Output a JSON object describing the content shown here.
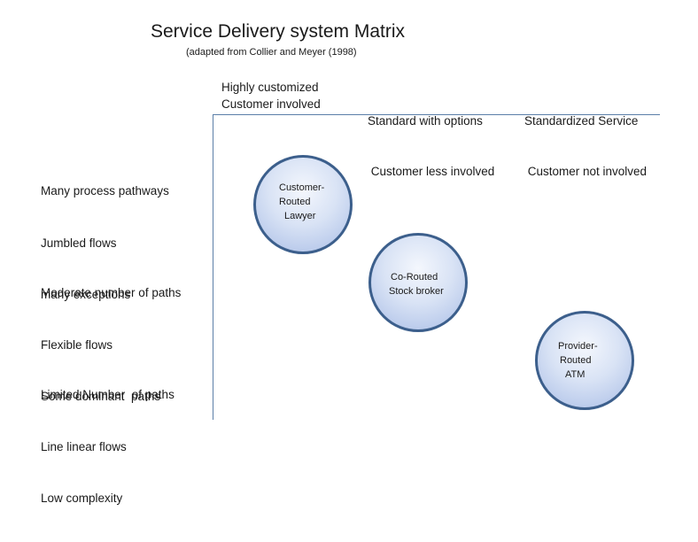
{
  "title": "Service Delivery system Matrix",
  "subtitle": "(adapted from Collier and Meyer (1998)",
  "columns": [
    {
      "line1": "Highly customized",
      "line2": "Customer involved"
    },
    {
      "line1": "Standard with options",
      "line2": " Customer less involved"
    },
    {
      "line1": "Standardized Service",
      "line2": " Customer not involved"
    }
  ],
  "rows": [
    {
      "line1": "Many process pathways",
      "line2": "Jumbled flows",
      "line3": "many exceptions"
    },
    {
      "line1": "Moderate number of paths",
      "line2": "Flexible flows",
      "line3": "Some dominant  paths"
    },
    {
      "line1": "Limited Number  of paths",
      "line2": "Line linear flows",
      "line3": "Low complexity"
    }
  ],
  "nodes": [
    {
      "line1": "Customer-",
      "line2": "Routed",
      "line3": "Lawyer"
    },
    {
      "line1": "Co-Routed",
      "line2": "Stock broker"
    },
    {
      "line1": "Provider-",
      "line2": "Routed",
      "line3": "ATM"
    }
  ],
  "colors": {
    "circle_border": "#3c5f8c",
    "circle_fill_light": "#f4f7fd",
    "circle_fill_dark": "#a9bde6",
    "axis": "#5b7fa8"
  }
}
